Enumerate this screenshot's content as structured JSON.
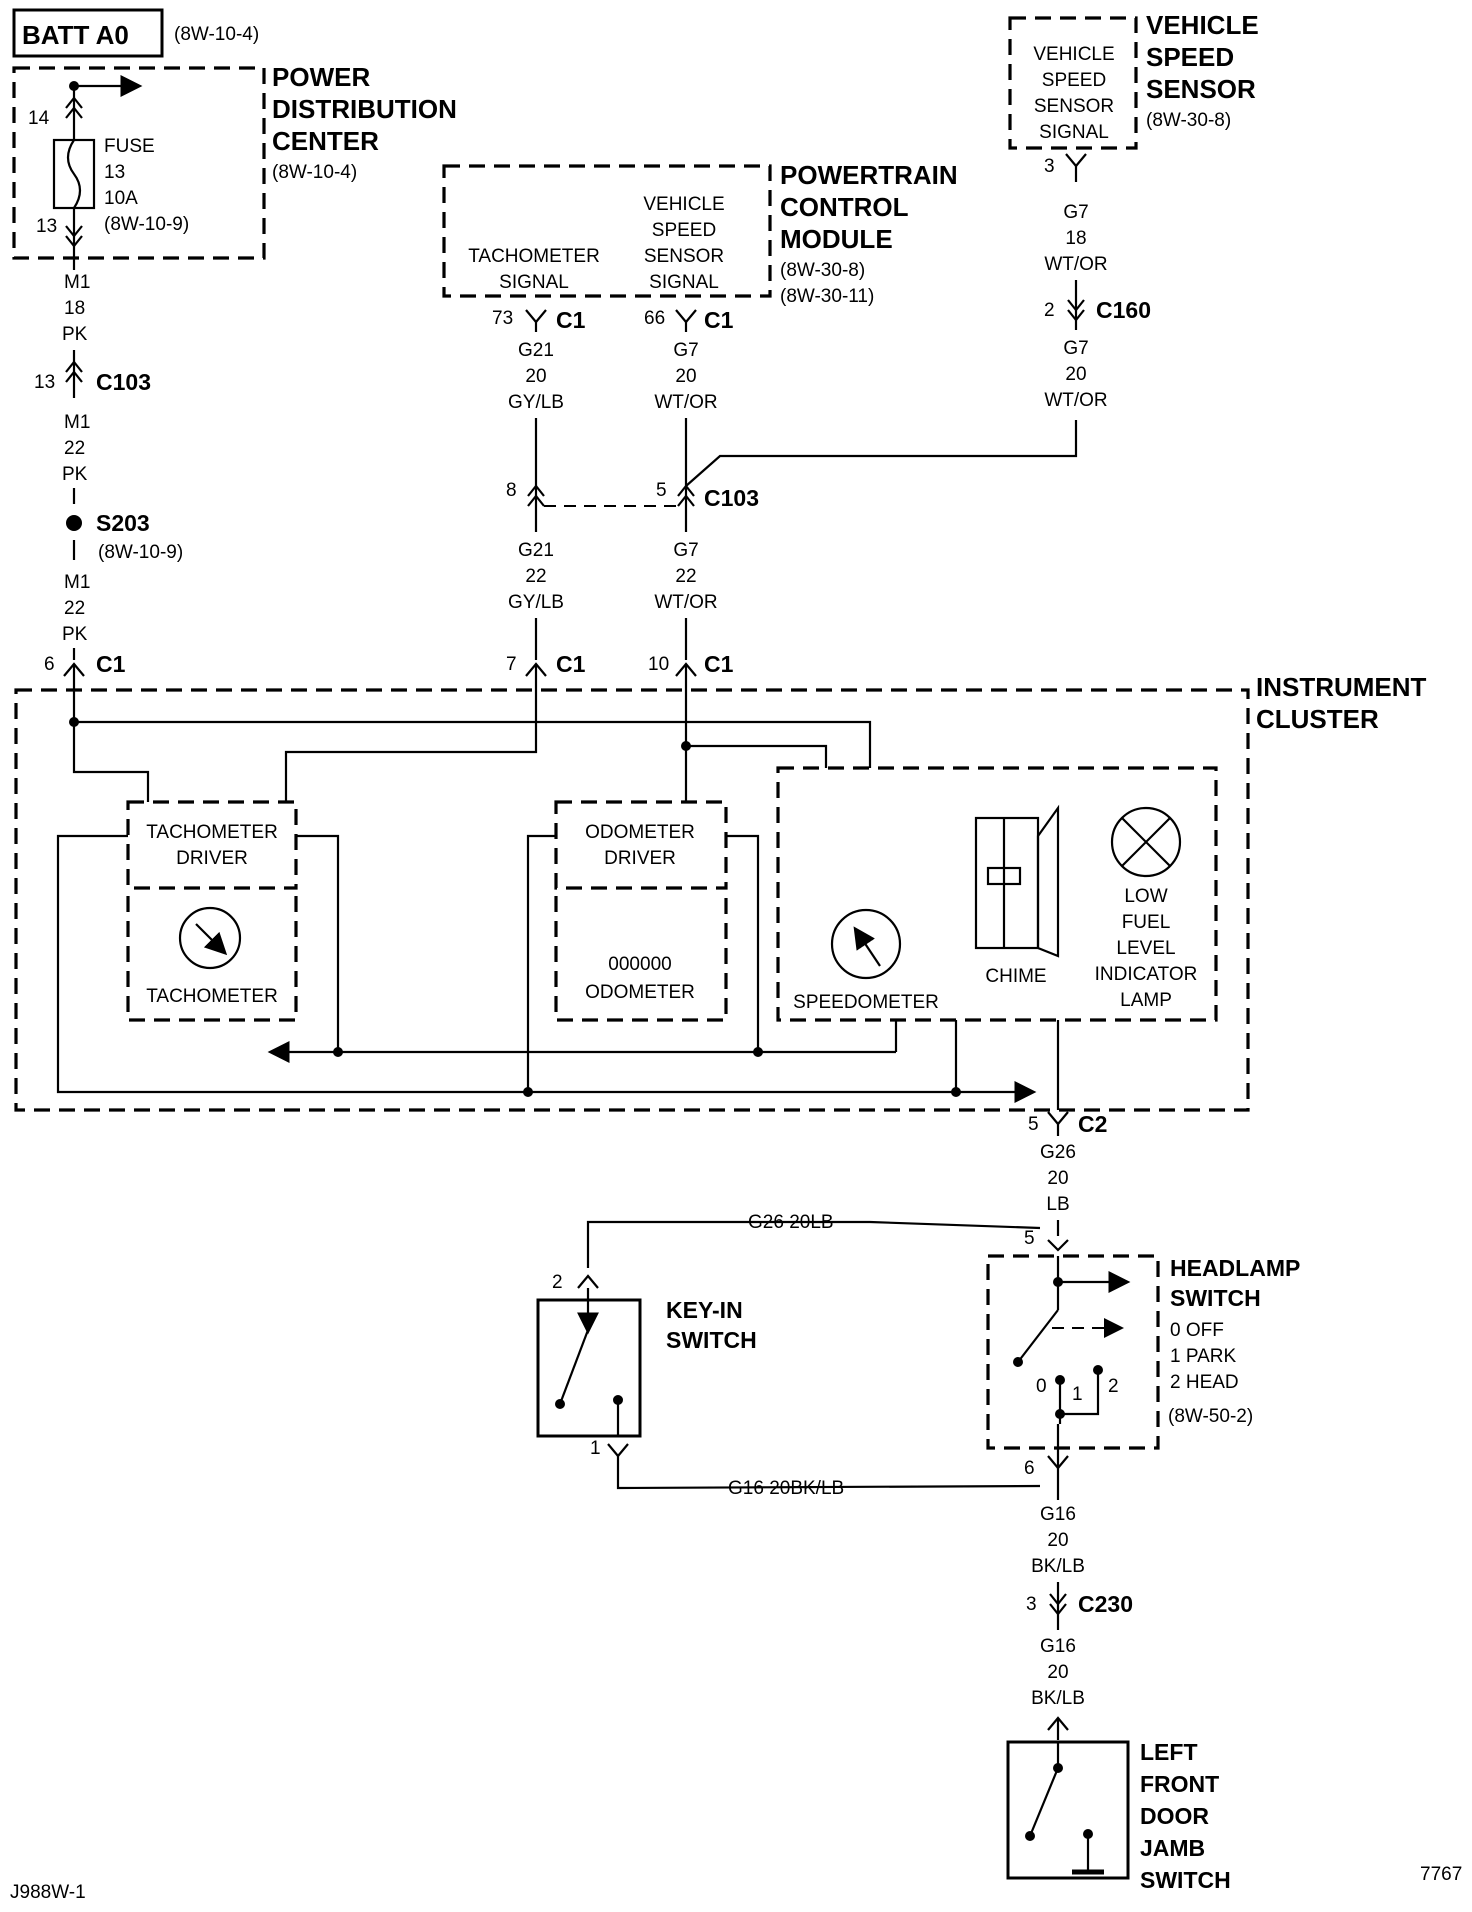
{
  "batt": {
    "label": "BATT A0",
    "ref": "(8W-10-4)"
  },
  "pdc": {
    "title": [
      "POWER",
      "DISTRIBUTION",
      "CENTER"
    ],
    "ref": "(8W-10-4)",
    "fuse": [
      "FUSE",
      "13",
      "10A",
      "(8W-10-9)"
    ],
    "pin_top": "14",
    "pin_bottom": "13"
  },
  "vss": {
    "title": [
      "VEHICLE",
      "SPEED",
      "SENSOR"
    ],
    "ref": "(8W-30-8)",
    "inner": [
      "VEHICLE",
      "SPEED",
      "SENSOR",
      "SIGNAL"
    ],
    "pin": "3"
  },
  "pcm": {
    "title": [
      "POWERTRAIN",
      "CONTROL",
      "MODULE"
    ],
    "refs": [
      "(8W-30-8)",
      "(8W-30-11)"
    ],
    "tach_signal": [
      "TACHOMETER",
      "SIGNAL"
    ],
    "vss_signal": [
      "VEHICLE",
      "SPEED",
      "SENSOR",
      "SIGNAL"
    ],
    "pin_tach": "73",
    "pin_vss": "66",
    "conn": "C1"
  },
  "wires": {
    "m1_18": [
      "M1",
      "18",
      "PK"
    ],
    "m1_22a": [
      "M1",
      "22",
      "PK"
    ],
    "m1_22b": [
      "M1",
      "22",
      "PK"
    ],
    "g21_20": [
      "G21",
      "20",
      "GY/LB"
    ],
    "g21_22": [
      "G21",
      "22",
      "GY/LB"
    ],
    "g7_20a": [
      "G7",
      "20",
      "WT/OR"
    ],
    "g7_22": [
      "G7",
      "22",
      "WT/OR"
    ],
    "g7_18": [
      "G7",
      "18",
      "WT/OR"
    ],
    "g7_20b": [
      "G7",
      "20",
      "WT/OR"
    ],
    "g26_20": [
      "G26",
      "20",
      "LB"
    ],
    "g26_h": "G26   20LB",
    "g16_h": "G16   20BK/LB",
    "g16_a": [
      "G16",
      "20",
      "BK/LB"
    ],
    "g16_b": [
      "G16",
      "20",
      "BK/LB"
    ]
  },
  "connectors": {
    "c103_left": {
      "pin": "13",
      "name": "C103"
    },
    "s203": {
      "name": "S203",
      "ref": "(8W-10-9)"
    },
    "c1_a": {
      "pin": "6",
      "name": "C1"
    },
    "c1_b": {
      "pin": "7",
      "name": "C1"
    },
    "c1_c": {
      "pin": "10",
      "name": "C1"
    },
    "c103_mid": {
      "pin_l": "8",
      "pin_r": "5",
      "name": "C103"
    },
    "c160": {
      "pin": "2",
      "name": "C160"
    },
    "c2": {
      "pin": "5",
      "name": "C2"
    },
    "c230": {
      "pin": "3",
      "name": "C230"
    }
  },
  "cluster": {
    "title": [
      "INSTRUMENT",
      "CLUSTER"
    ],
    "tach_driver": [
      "TACHOMETER",
      "DRIVER"
    ],
    "tachometer": "TACHOMETER",
    "odo_driver": [
      "ODOMETER",
      "DRIVER"
    ],
    "odo_value": "000000",
    "odometer": "ODOMETER",
    "speedometer": "SPEEDOMETER",
    "chime": "CHIME",
    "lamp": [
      "LOW",
      "FUEL",
      "LEVEL",
      "INDICATOR",
      "LAMP"
    ]
  },
  "keyin": {
    "title": [
      "KEY-IN",
      "SWITCH"
    ],
    "pin_top": "2",
    "pin_bottom": "1"
  },
  "headlamp": {
    "title": [
      "HEADLAMP",
      "SWITCH"
    ],
    "positions": [
      "0 OFF",
      "1 PARK",
      "2 HEAD"
    ],
    "ref": "(8W-50-2)",
    "pin_top": "5",
    "pin_bottom": "6",
    "pos_labels": [
      "0",
      "1",
      "2"
    ]
  },
  "door": {
    "title": [
      "LEFT",
      "FRONT",
      "DOOR",
      "JAMB",
      "SWITCH"
    ]
  },
  "footer": {
    "left": "J988W-1",
    "right": "7767"
  }
}
